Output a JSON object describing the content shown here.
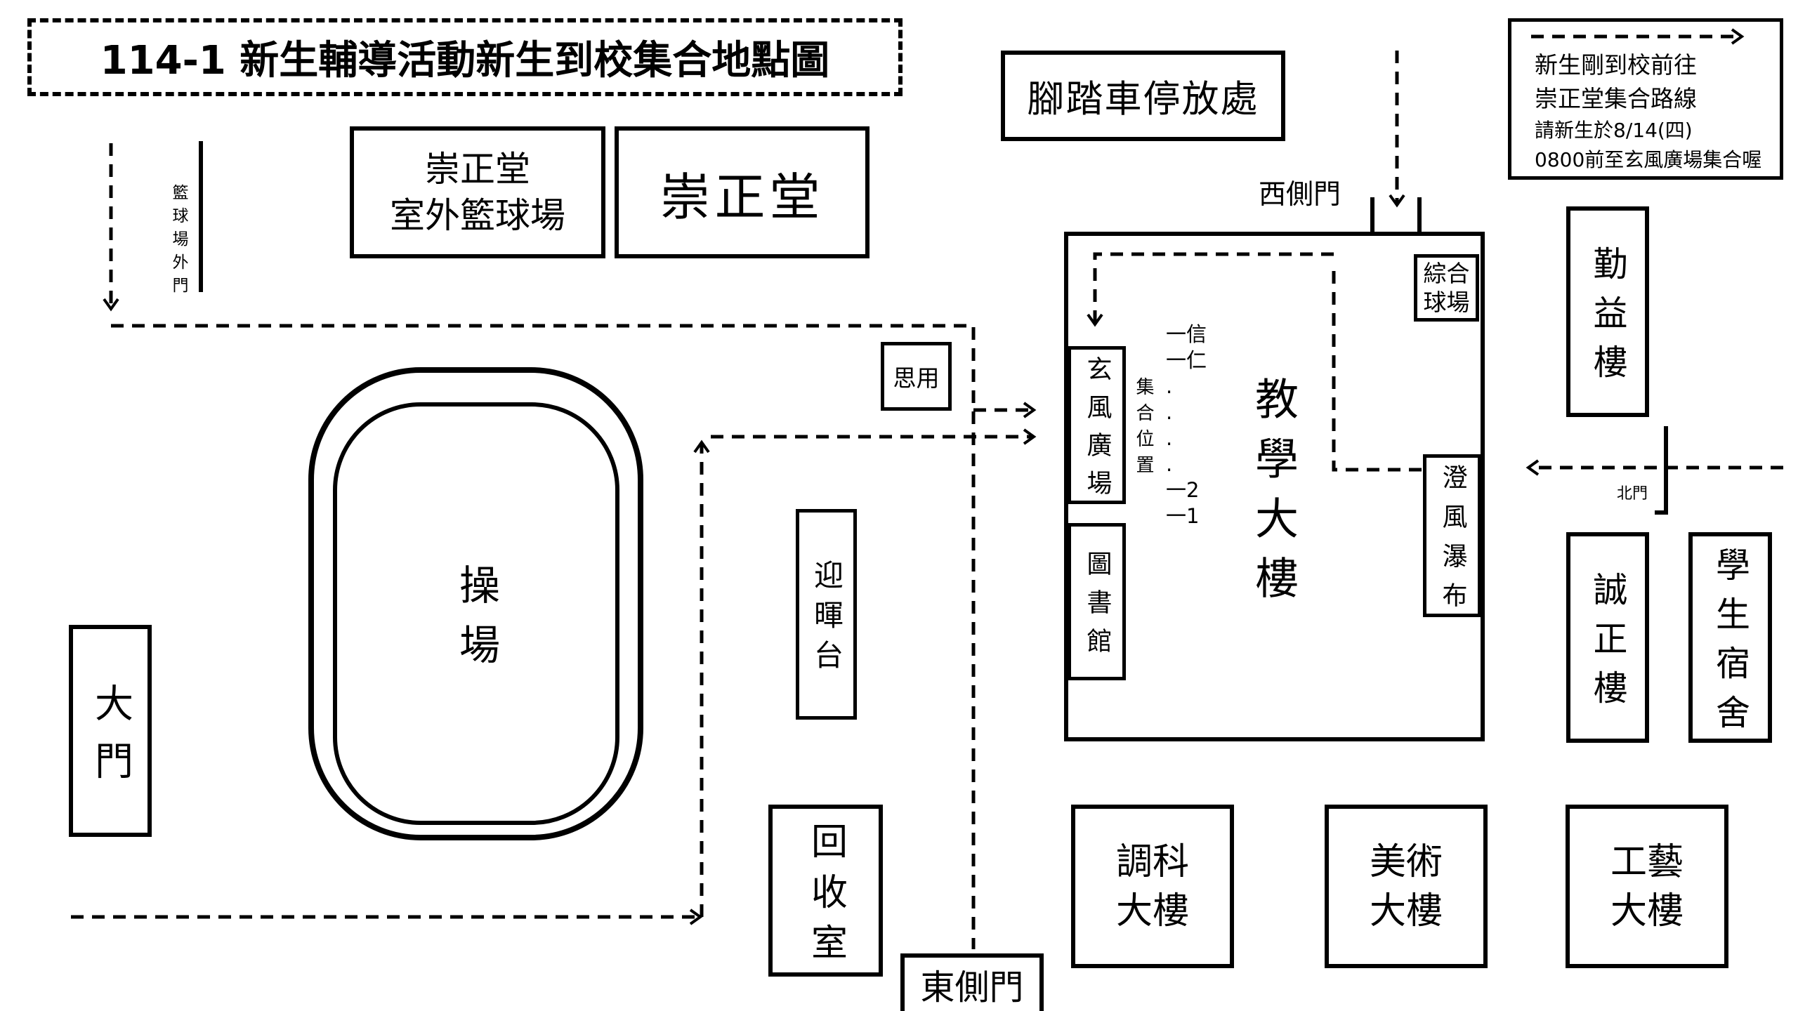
{
  "title": "114-1 新生輔導活動新生到校集合地點圖",
  "legend": {
    "lines": [
      "新生剛到校前往",
      "崇正堂集合路線",
      "請新生於8/14(四)",
      "0800前至玄風廣場集合喔"
    ],
    "arrow_icon": "dashed-arrow-right"
  },
  "places": {
    "bike_parking": "腳踏車停放處",
    "basketball_gate": "籃球場外門",
    "outdoor_court": [
      "崇正堂",
      "室外籃球場"
    ],
    "chongzheng_hall": "崇正堂",
    "siyong": "思用",
    "track": "操場",
    "main_gate": "大門",
    "yinghui_stage": "迎暉台",
    "recycling_room": "回收室",
    "east_gate": "東側門",
    "west_gate": "西側門",
    "north_gate": "北門",
    "teaching_building": "教學大樓",
    "sports_court": [
      "綜合",
      "球場"
    ],
    "xuanfeng_plaza": "玄風廣場",
    "assembly_label": "集合位置",
    "assembly_order": [
      "一信",
      "一仁",
      ".",
      ".",
      ".",
      ".",
      "一2",
      "一1"
    ],
    "waterfall": "澄風瀑布",
    "library": "圖書館",
    "qinyi_building": "勤益樓",
    "chengzheng_building": "誠正樓",
    "dormitory": "學生宿舍",
    "tiaoke_building": [
      "調科",
      "大樓"
    ],
    "arts_building": [
      "美術",
      "大樓"
    ],
    "crafts_building": [
      "工藝",
      "大樓"
    ]
  },
  "colors": {
    "line": "#000000",
    "background": "#ffffff"
  }
}
